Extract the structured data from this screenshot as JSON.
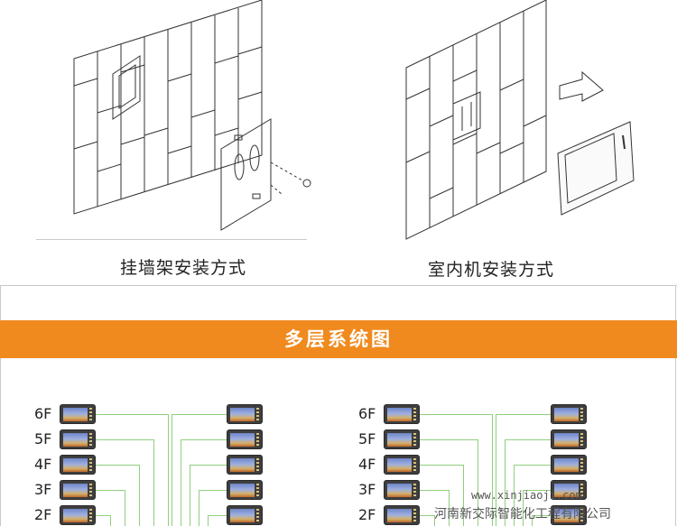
{
  "illustrations": {
    "left_caption": "挂墙架安装方式",
    "right_caption": "室内机安装方式"
  },
  "banner": {
    "title": "多层系统图",
    "color": "#f08a1e"
  },
  "diagram": {
    "floors": [
      "6F",
      "5F",
      "4F",
      "3F",
      "2F"
    ]
  },
  "watermark": {
    "url": "www.xinjiaoji.com",
    "company": "河南新交际智能化工程有限公司"
  }
}
